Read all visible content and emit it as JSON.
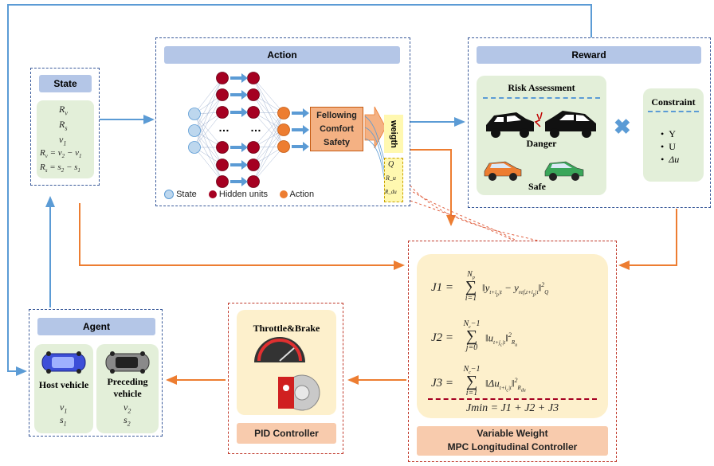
{
  "state": {
    "title": "State",
    "rows": [
      "R_v",
      "R_s",
      "v_1",
      "R_v = v_2 − v_1",
      "R_s = s_2 − s_1"
    ]
  },
  "action": {
    "title": "Action",
    "ellipsis": "…",
    "box_lines": [
      "Fellowing",
      "Comfort",
      "Safety"
    ],
    "weight_label": "weigth",
    "weights": [
      "Q",
      "R_u",
      "R_du"
    ],
    "legend": {
      "state": "State",
      "hidden": "Hidden units",
      "action": "Action"
    }
  },
  "reward": {
    "title": "Reward",
    "risk_title": "Risk Assessment",
    "danger": "Danger",
    "safe": "Safe",
    "constraint_title": "Constraint",
    "constraint_items": [
      "Y",
      "U",
      "Δu"
    ]
  },
  "mpc": {
    "j1": "J1",
    "j2": "J2",
    "j3": "J3",
    "jmin": "Jmin = J1 + J2 + J3",
    "label_line1": "Variable Weight",
    "label_line2": "MPC Longitudinal Controller"
  },
  "pid": {
    "title": "Throttle&Brake",
    "label": "PID Controller"
  },
  "agent": {
    "title": "Agent",
    "host": "Host vehicle",
    "preceding": "Preceding vehicle",
    "host_vars": [
      "v1",
      "s1"
    ],
    "preceding_vars": [
      "v2",
      "s2"
    ]
  },
  "colors": {
    "blue_arrow": "#5b9bd5",
    "orange_arrow": "#ed7d31",
    "header": "#b4c6e7",
    "green_panel": "#e3efd9"
  }
}
